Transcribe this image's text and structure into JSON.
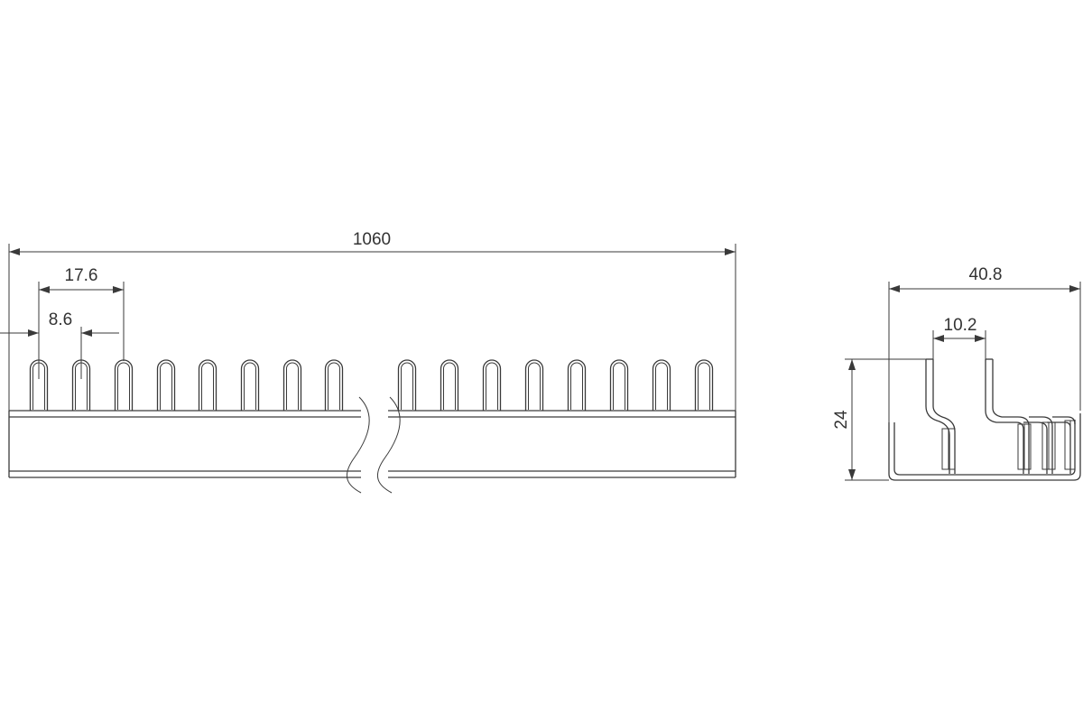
{
  "drawing": {
    "front_view": {
      "dim_length": "1060",
      "dim_pitch": "17.6",
      "dim_pin_width": "8.6"
    },
    "side_view": {
      "dim_width": "40.8",
      "dim_inner": "10.2",
      "dim_height": "24"
    },
    "colors": {
      "line": "#3a3a3a",
      "text": "#333333",
      "background": "#ffffff"
    }
  }
}
